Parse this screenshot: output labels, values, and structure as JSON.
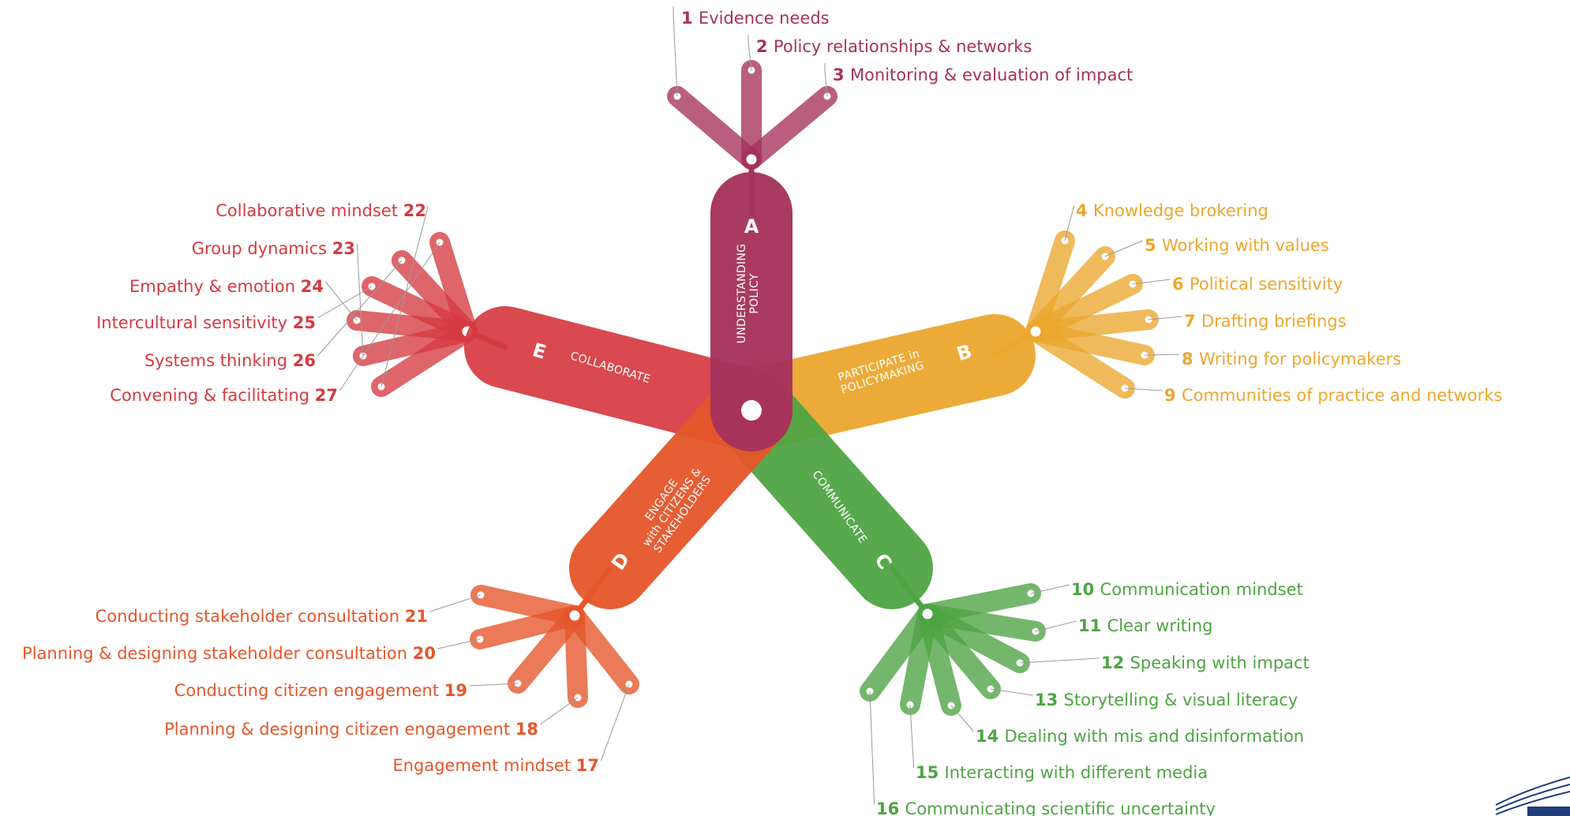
{
  "colors": {
    "A": "#a6325c",
    "B": "#eba72e",
    "C": "#4ea443",
    "D": "#e5562a",
    "E": "#d63a41"
  },
  "arms": {
    "A": {
      "letter": "A",
      "title_lines": [
        "UNDERSTANDING",
        "POLICY"
      ]
    },
    "B": {
      "letter": "B",
      "title_lines": [
        "PARTICIPATE in",
        "POLICYMAKING"
      ]
    },
    "C": {
      "letter": "C",
      "title_lines": [
        "COMMUNICATE"
      ]
    },
    "D": {
      "letter": "D",
      "title_lines": [
        "ENGAGE",
        "with CITIZENS &",
        "STAKEHOLDERS"
      ]
    },
    "E": {
      "letter": "E",
      "title_lines": [
        "COLLABORATE"
      ]
    }
  },
  "competences": {
    "A": [
      {
        "num": "1",
        "text": "Evidence needs"
      },
      {
        "num": "2",
        "text": "Policy relationships & networks"
      },
      {
        "num": "3",
        "text": "Monitoring & evaluation of impact"
      }
    ],
    "B": [
      {
        "num": "4",
        "text": "Knowledge brokering"
      },
      {
        "num": "5",
        "text": "Working with values"
      },
      {
        "num": "6",
        "text": "Political sensitivity"
      },
      {
        "num": "7",
        "text": "Drafting briefings"
      },
      {
        "num": "8",
        "text": "Writing for policymakers"
      },
      {
        "num": "9",
        "text": "Communities of practice and networks"
      }
    ],
    "C": [
      {
        "num": "10",
        "text": "Communication mindset"
      },
      {
        "num": "11",
        "text": "Clear writing"
      },
      {
        "num": "12",
        "text": "Speaking with impact"
      },
      {
        "num": "13",
        "text": "Storytelling & visual literacy"
      },
      {
        "num": "14",
        "text": "Dealing with mis and disinformation"
      },
      {
        "num": "15",
        "text": "Interacting with different media"
      },
      {
        "num": "16",
        "text": "Communicating scientific uncertainty"
      }
    ],
    "D": [
      {
        "num": "17",
        "text": "Engagement mindset "
      },
      {
        "num": "18",
        "text": "Planning & designing citizen engagement"
      },
      {
        "num": "19",
        "text": "Conducting citizen engagement"
      },
      {
        "num": "20",
        "text": "Planning & designing stakeholder consultation"
      },
      {
        "num": "21",
        "text": "Conducting stakeholder consultation"
      }
    ],
    "E": [
      {
        "num": "22",
        "text": "Collaborative mindset"
      },
      {
        "num": "23",
        "text": "Group dynamics"
      },
      {
        "num": "24",
        "text": "Empathy & emotion"
      },
      {
        "num": "25",
        "text": "Intercultural sensitivity"
      },
      {
        "num": "26",
        "text": "Systems thinking"
      },
      {
        "num": "27",
        "text": "Convening & facilitating"
      }
    ]
  }
}
